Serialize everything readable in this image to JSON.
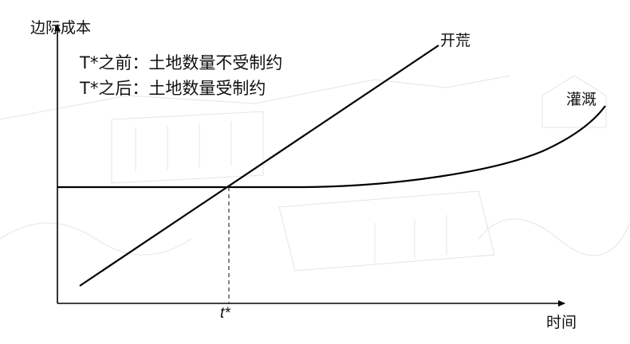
{
  "chart_data": {
    "type": "line",
    "title": "",
    "xlabel": "时间",
    "ylabel": "边际成本",
    "series": [
      {
        "name": "开荒",
        "shape": "linear increasing",
        "points": [
          [
            0.05,
            0.07
          ],
          [
            0.75,
            0.92
          ]
        ]
      },
      {
        "name": "灌溉",
        "shape": "flat until t* then convex increasing",
        "points": [
          [
            0.0,
            0.5
          ],
          [
            0.34,
            0.5
          ],
          [
            0.55,
            0.5
          ],
          [
            0.8,
            0.58
          ],
          [
            1.08,
            0.8
          ]
        ]
      }
    ],
    "annotations": [
      {
        "text": "T*之前：土地数量不受制约"
      },
      {
        "text": "T*之后：土地数量受制约"
      },
      {
        "text": "t*",
        "x_position": "intersection of 开荒 and 灌溉",
        "style": "dashed vertical line"
      }
    ],
    "x_ticks": [
      "t*"
    ],
    "grid": false,
    "legend": "inline labels at line ends"
  },
  "axes": {
    "y_label": "边际成本",
    "x_label": "时间",
    "t_star": "t*"
  },
  "notes": {
    "before": "T*之前：土地数量不受制约",
    "after": "T*之后：土地数量受制约"
  },
  "curves": {
    "kaihuang": "开荒",
    "guangai": "灌溉"
  },
  "colors": {
    "line": "#000000",
    "text": "#111111",
    "background": "#ffffff"
  }
}
